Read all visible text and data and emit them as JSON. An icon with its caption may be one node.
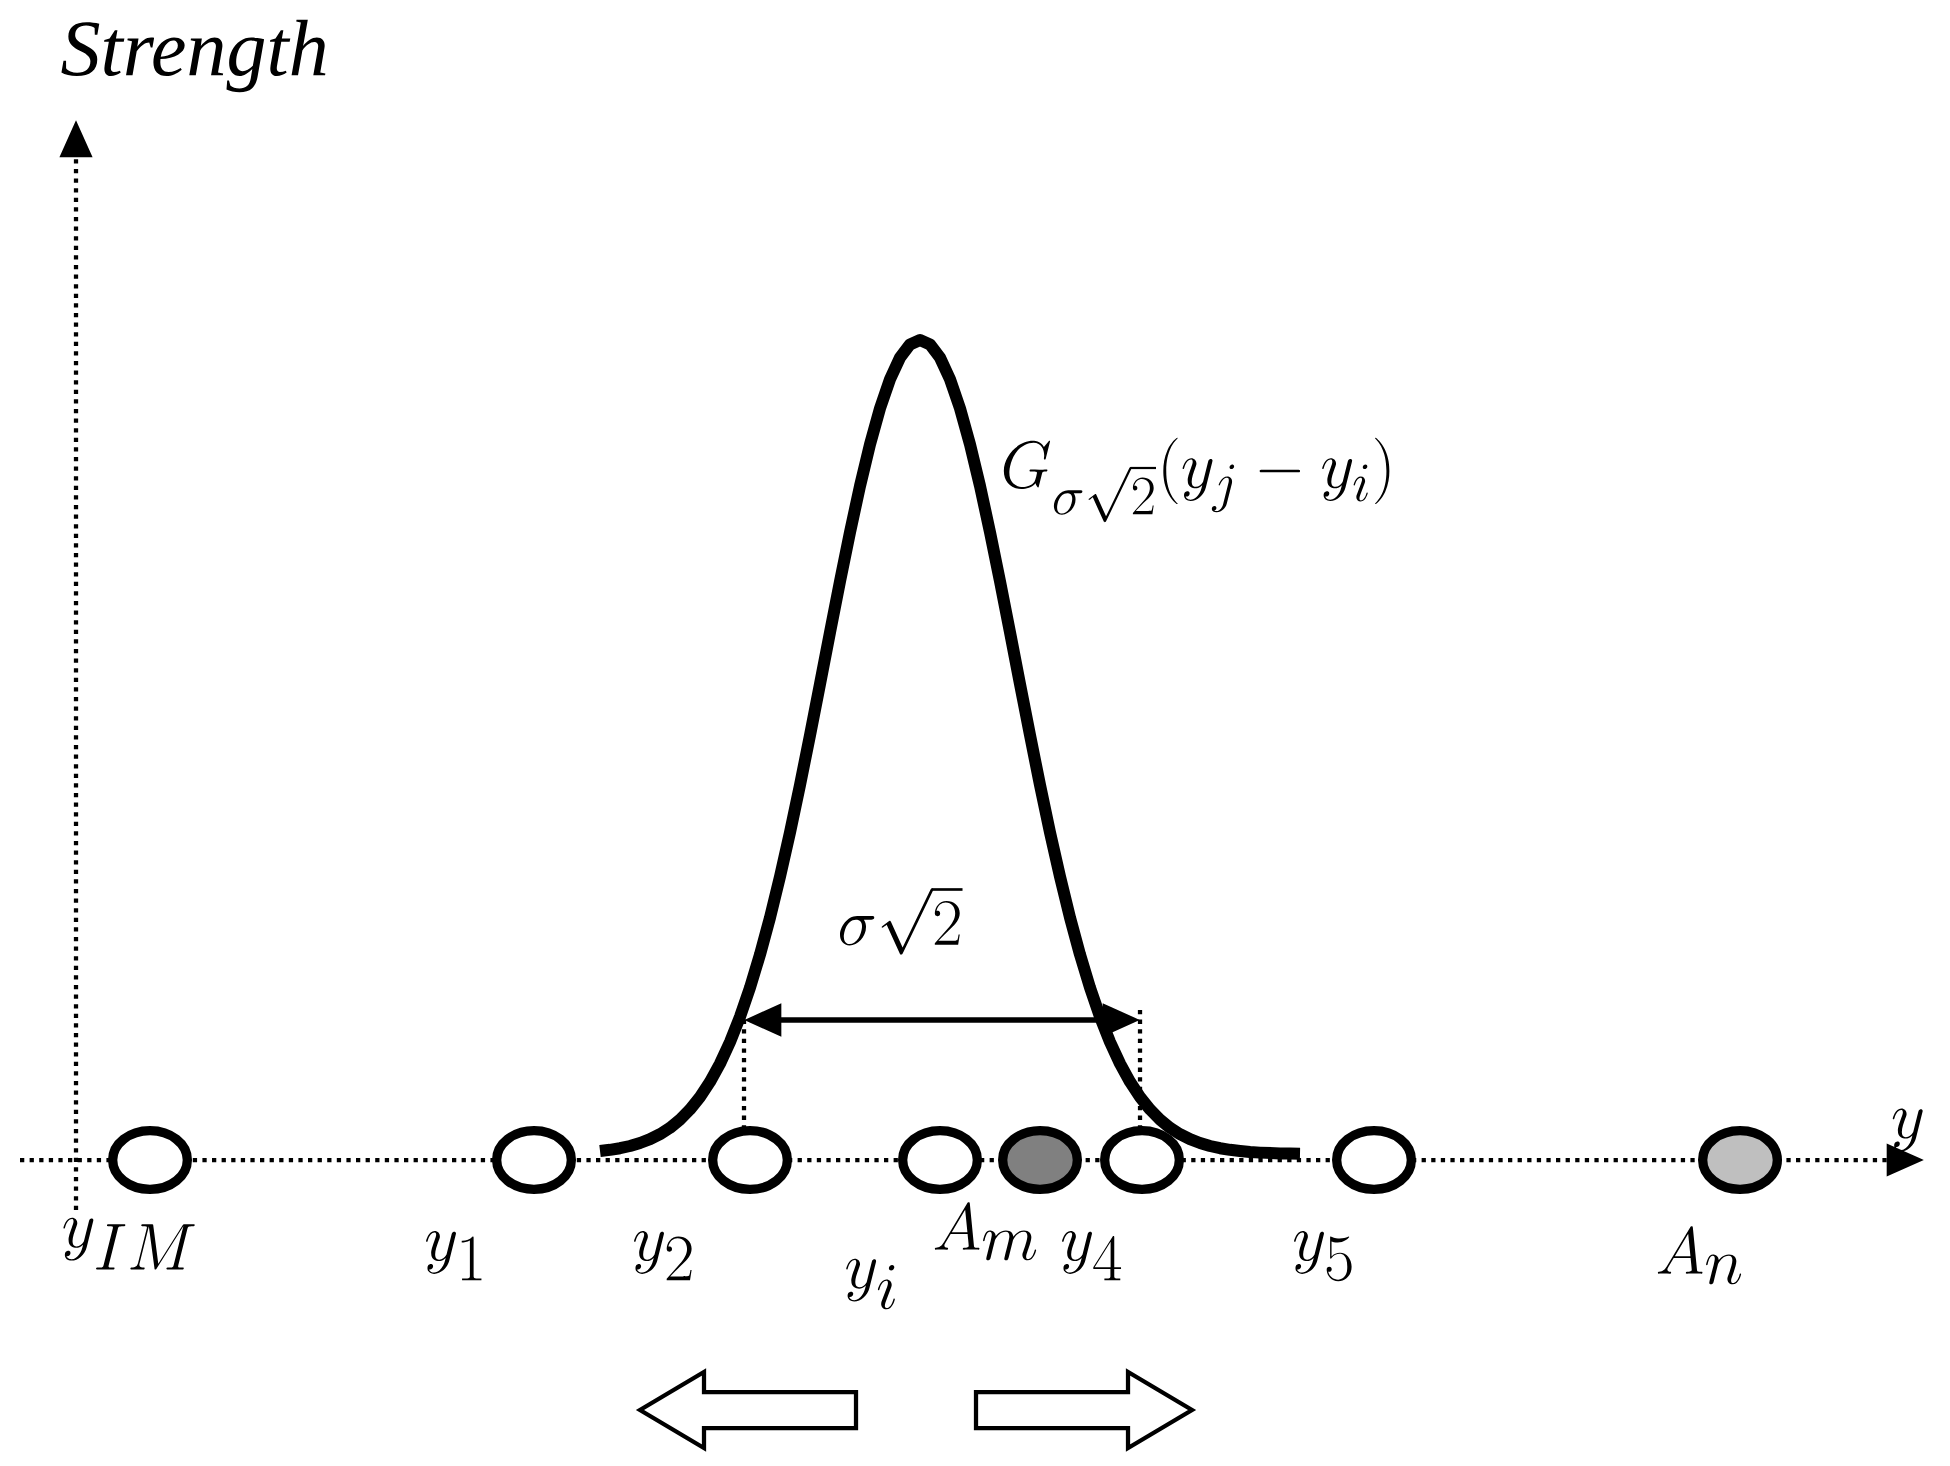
{
  "diagram": {
    "nodes": [
      {
        "text": [],
        "shape": "circle",
        "beside": [
          "y_{IM}"
        ]
      },
      {
        "text": [],
        "shape": "circle",
        "beside": [
          "y_1"
        ]
      },
      {
        "text": [],
        "shape": "circle",
        "beside": [
          "y_2"
        ]
      },
      {
        "text": [],
        "shape": "circle",
        "beside": [
          "y_i"
        ]
      },
      {
        "text": [],
        "shape": "circle",
        "beside": [
          "A_m"
        ]
      },
      {
        "text": [],
        "shape": "circle",
        "beside": [
          "y_4"
        ]
      },
      {
        "text": [],
        "shape": "circle",
        "beside": [
          "y_5"
        ]
      },
      {
        "text": [],
        "shape": "circle",
        "beside": [
          "A_n"
        ]
      }
    ],
    "edges": [],
    "labels": [
      "Strength",
      "y",
      "G_{\\sigma\\sqrt{2}}(y_j - y_i)",
      "\\sigma\\sqrt{2}"
    ]
  }
}
